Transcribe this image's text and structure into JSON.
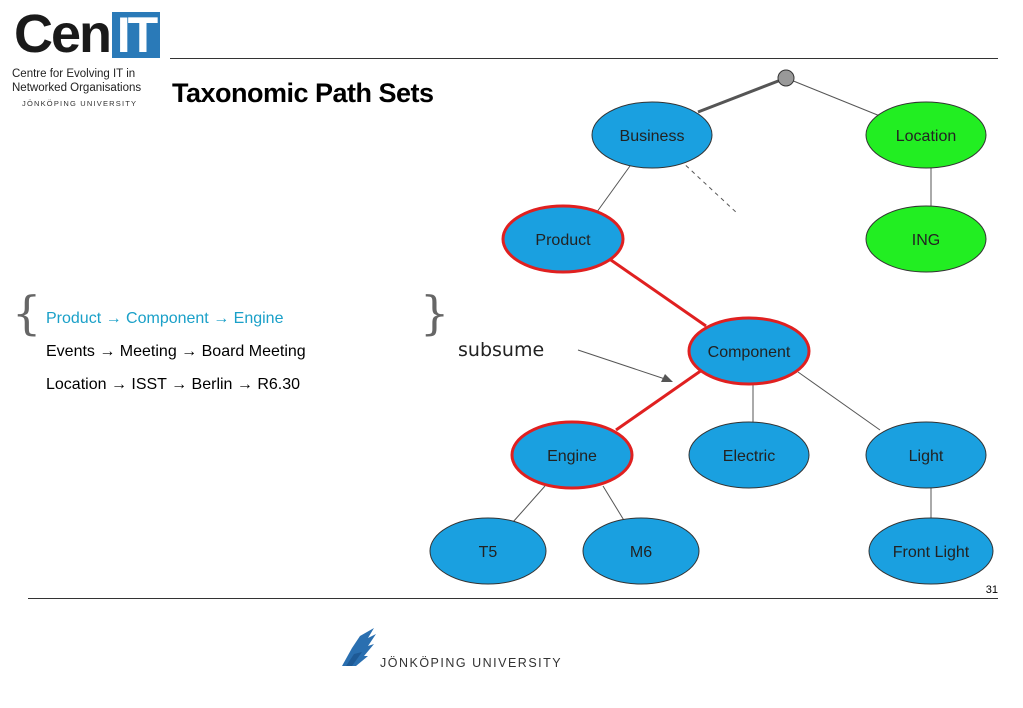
{
  "logo": {
    "cen": "Cen",
    "it": "IT",
    "line1": "Centre for Evolving IT in",
    "line2": "Networked Organisations",
    "university": "JÖNKÖPING UNIVERSITY"
  },
  "slide": {
    "title": "Taxonomic Path Sets",
    "page_number": "31"
  },
  "path_set": [
    {
      "text": "Product → Component → Engine",
      "color": "#1aa0c8"
    },
    {
      "text": "Events → Meeting → Board Meeting",
      "color": "#000000"
    },
    {
      "text": "Location → ISST → Berlin → R6.30",
      "color": "#000000"
    }
  ],
  "annotation": {
    "label": "subsume"
  },
  "tree": {
    "nodes": [
      {
        "id": "business",
        "label": "Business",
        "color": "#1aa0e0"
      },
      {
        "id": "location",
        "label": "Location",
        "color": "#22ee22"
      },
      {
        "id": "product",
        "label": "Product",
        "color": "#1aa0e0",
        "highlight": true
      },
      {
        "id": "ing",
        "label": "ING",
        "color": "#22ee22"
      },
      {
        "id": "component",
        "label": "Component",
        "color": "#1aa0e0",
        "highlight": true
      },
      {
        "id": "engine",
        "label": "Engine",
        "color": "#1aa0e0",
        "highlight": true
      },
      {
        "id": "electric",
        "label": "Electric",
        "color": "#1aa0e0"
      },
      {
        "id": "light",
        "label": "Light",
        "color": "#1aa0e0"
      },
      {
        "id": "t5",
        "label": "T5",
        "color": "#1aa0e0"
      },
      {
        "id": "m6",
        "label": "M6",
        "color": "#1aa0e0"
      },
      {
        "id": "front_light",
        "label": "Front Light",
        "color": "#1aa0e0"
      }
    ],
    "highlight_color": "#e02020"
  },
  "footer": {
    "university": "JÖNKÖPING UNIVERSITY"
  }
}
